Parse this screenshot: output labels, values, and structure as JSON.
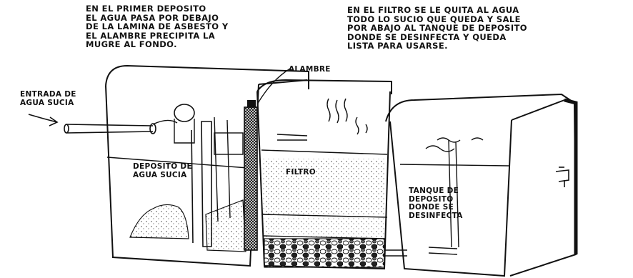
{
  "notes": {
    "first_tank": "EN EL PRIMER DEPOSITO\nEL AGUA PASA POR DEBAJO\nDE LA LAMINA DE ASBESTO Y\nEL ALAMBRE PRECIPITA LA\nMUGRE AL FONDO.",
    "filter": "EN EL FILTRO SE LE QUITA AL AGUA\nTODO LO SUCIO QUE QUEDA Y SALE\nPOR ABAJO AL TANQUE DE DEPOSITO\nDONDE SE DESINFECTA Y QUEDA\nLISTA PARA USARSE."
  },
  "labels": {
    "wire": "ALAMBRE",
    "inlet": "ENTRADA DE\nAGUA SUCIA",
    "dirty_tank": "DEPOSITO DE\nAGUA SUCIA",
    "filter_tank": "FILTRO",
    "disinfect_tank": "TANQUE DE\nDEPOSITO\nDONDE SE\nDESINFECTA"
  }
}
